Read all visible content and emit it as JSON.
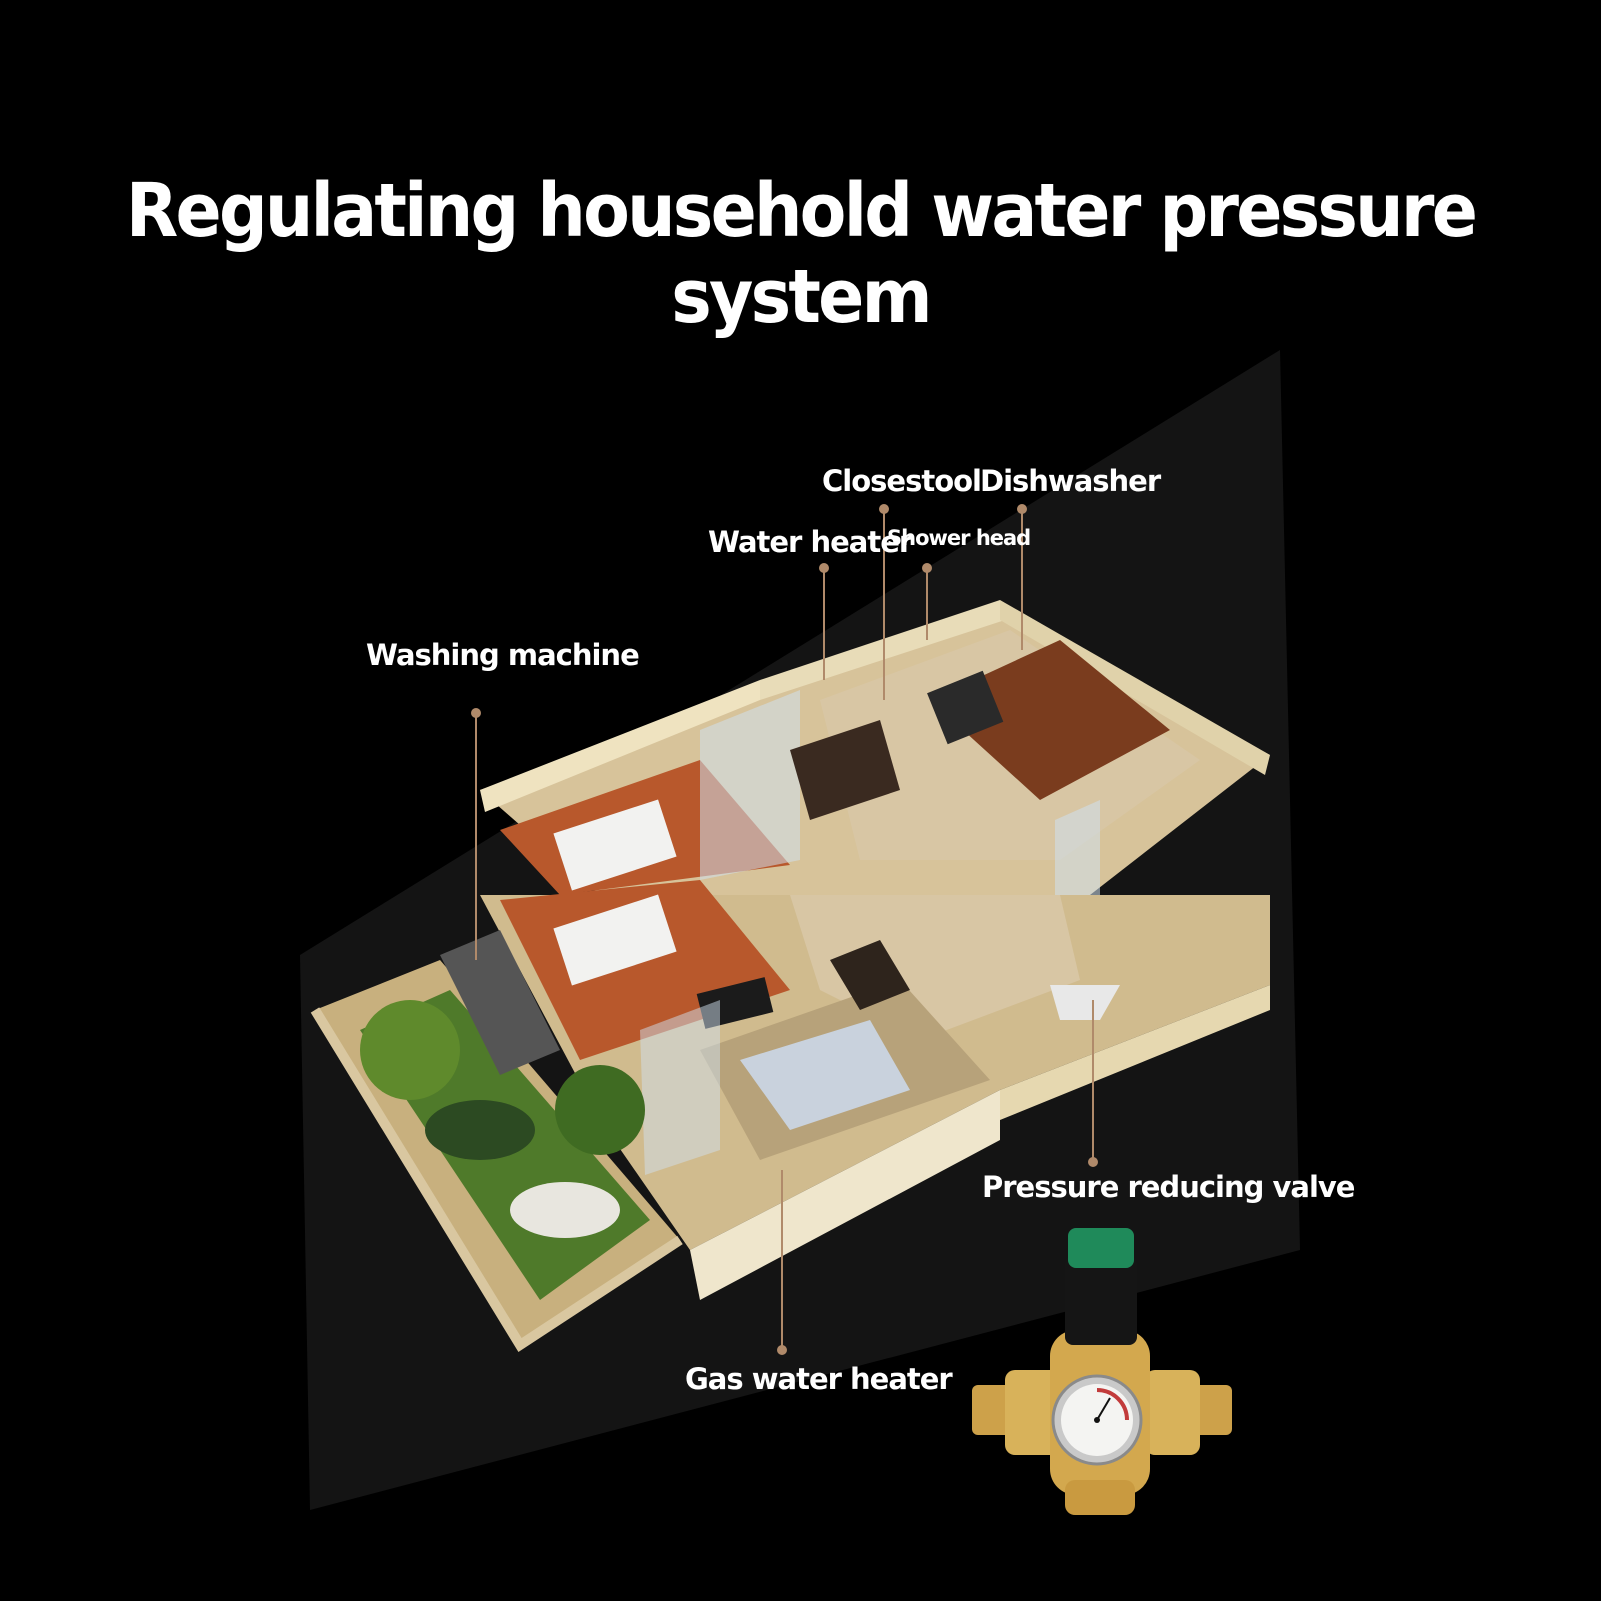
{
  "title": "Regulating household water pressure system",
  "callouts": {
    "closestool": "Closestool",
    "dishwasher": "Dishwasher",
    "water_heater": "Water heater",
    "shower_head": "Shower head",
    "washing_machine": "Washing machine",
    "pressure_reducing_valve": "Pressure reducing valve",
    "gas_water_heater": "Gas water heater"
  },
  "colors": {
    "background": "#000000",
    "text": "#ffffff",
    "leader_line": "#b08a6a",
    "wall": "#e8dcb8",
    "floor_wood": "#b8582c",
    "floor_marble": "#d9c9a8",
    "garden": "#4f7a2a",
    "valve_brass": "#d8b25a",
    "valve_cap": "#1f8a5a"
  }
}
